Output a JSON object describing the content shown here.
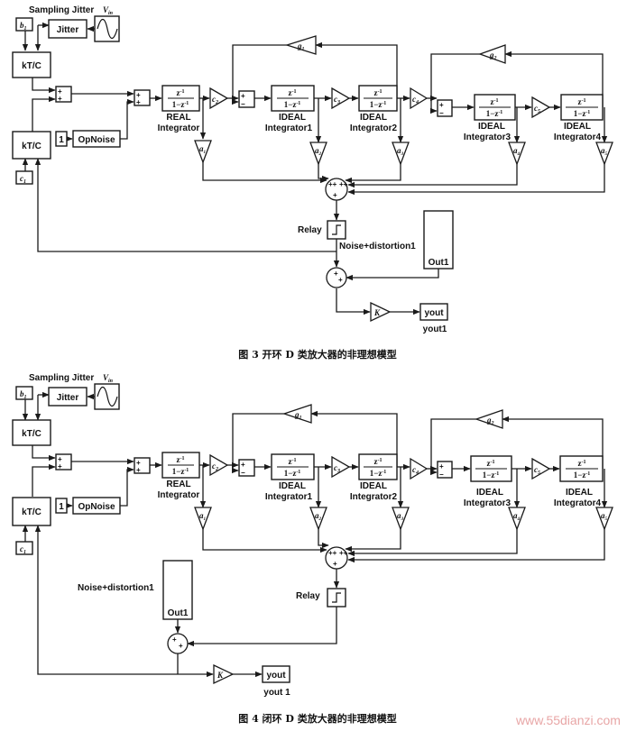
{
  "diagrams": [
    {
      "caption": "图 3   开环 D 类放大器的非理想模型",
      "sampling_jitter_label": "Sampling Jitter",
      "vin_label": "V",
      "vin_sub": "in",
      "jitter_label": "Jitter",
      "b1": "b",
      "b1_sub": "1",
      "c1": "c",
      "c1_sub": "1",
      "ktc": "kT/C",
      "const_one": "1",
      "opnoise": "OpNoise",
      "real_label_1": "REAL",
      "real_label_2": "Integrator",
      "ideal_1_a": "IDEAL",
      "ideal_1_b": "Integrator1",
      "ideal_2_a": "IDEAL",
      "ideal_2_b": "Integrator2",
      "ideal_3_a": "IDEAL",
      "ideal_3_b": "Integrator3",
      "ideal_4_a": "IDEAL",
      "ideal_4_b": "Integrator4",
      "frac_num": "z",
      "frac_num_sup": "-1",
      "frac_den": "1−z",
      "frac_den_sup": "-1",
      "c2": "c",
      "c2_sub": "2",
      "c3": "c",
      "c3_sub": "3",
      "c4": "c",
      "c4_sub": "4",
      "c5": "c",
      "c5_sub": "5",
      "g1": "g",
      "g1_sub": "1",
      "g2": "g",
      "g2_sub": "2",
      "a1": "a",
      "a1_sub": "1",
      "a2": "a",
      "a2_sub": "2",
      "a3": "a",
      "a3_sub": "3",
      "a4": "a",
      "a4_sub": "4",
      "a5": "a",
      "a5_sub": "5",
      "relay": "Relay",
      "noise": "Noise+distortion1",
      "out1": "Out1",
      "k": "K",
      "yout": "yout",
      "yout1": "yout1"
    },
    {
      "caption": "图 4   闭环 D 类放大器的非理想模型",
      "sampling_jitter_label": "Sampling Jitter",
      "vin_label": "V",
      "vin_sub": "in",
      "jitter_label": "Jitter",
      "b1": "b",
      "b1_sub": "1",
      "c1": "c",
      "c1_sub": "1",
      "ktc": "kT/C",
      "const_one": "1",
      "opnoise": "OpNoise",
      "real_label_1": "REAL",
      "real_label_2": "Integrator",
      "ideal_1_a": "IDEAL",
      "ideal_1_b": "Integrator1",
      "ideal_2_a": "IDEAL",
      "ideal_2_b": "Integrator2",
      "ideal_3_a": "IDEAL",
      "ideal_3_b": "Integrator3",
      "ideal_4_a": "IDEAL",
      "ideal_4_b": "Integrator4",
      "frac_num": "z",
      "frac_num_sup": "-1",
      "frac_den": "1−z",
      "frac_den_sup": "-1",
      "c2": "c",
      "c2_sub": "2",
      "c3": "c",
      "c3_sub": "3",
      "c4": "c",
      "c4_sub": "4",
      "c5": "c",
      "c5_sub": "5",
      "g1": "g",
      "g1_sub": "1",
      "g2": "g",
      "g2_sub": "2",
      "a1": "a",
      "a1_sub": "1",
      "a2": "a",
      "a2_sub": "2",
      "a3": "a",
      "a3_sub": "3",
      "a4": "a",
      "a4_sub": "4",
      "a5": "a",
      "a5_sub": "5",
      "relay": "Relay",
      "noise": "Noise+distortion1",
      "out1": "Out1",
      "k": "K",
      "yout": "yout",
      "yout1": "yout 1"
    }
  ],
  "watermark": "www.55dianzi.com",
  "colors": {
    "line": "#1a1a1a",
    "watermark": "#e8a6a6"
  }
}
